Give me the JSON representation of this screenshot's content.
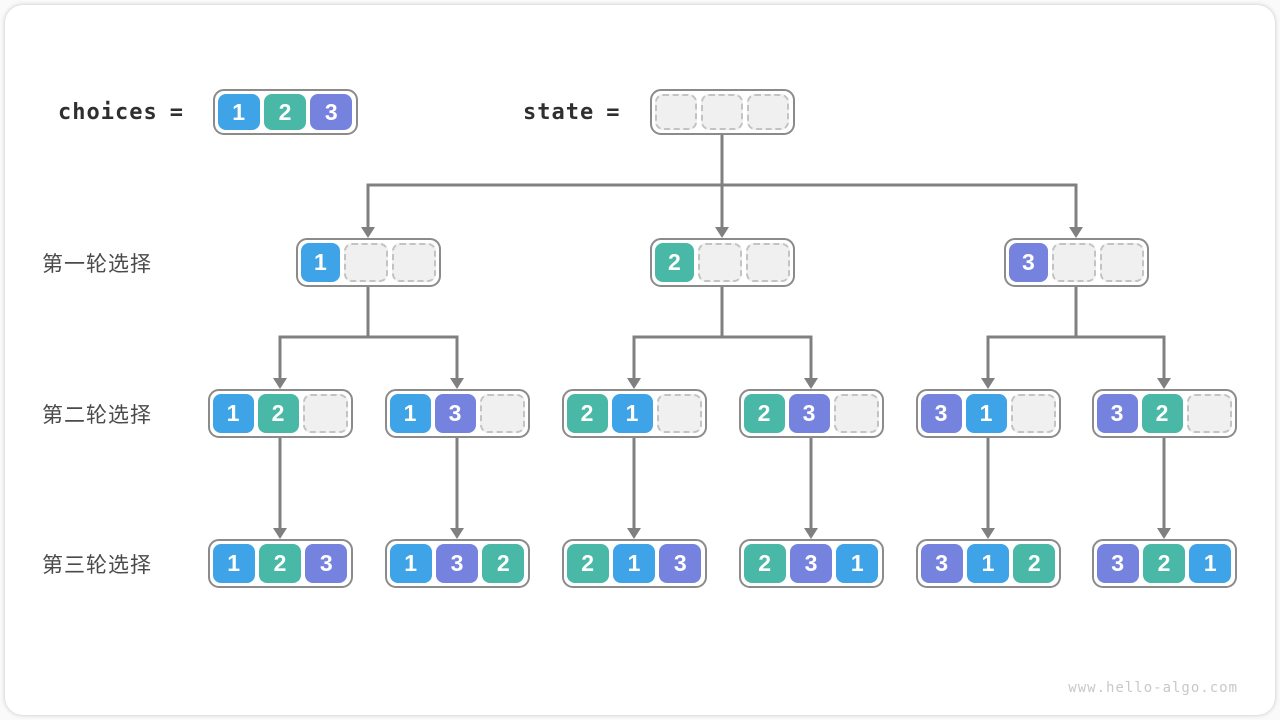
{
  "page": {
    "watermark": "www.hello-algo.com"
  },
  "colors": {
    "1": "#3FA3E8",
    "2": "#49B8A6",
    "3": "#7583DE",
    "empty_fill": "#F0F0F0",
    "empty_border": "#C3C3C3",
    "node_border": "#8B8B8B",
    "arrow": "#808080",
    "row_label_text": "#4A4A4A",
    "code_text": "#2F2F2F"
  },
  "header": {
    "choices_label": "choices",
    "state_label": "state",
    "equals": "=",
    "choices_values": [
      1,
      2,
      3
    ],
    "state_slots": 3
  },
  "rows": [
    {
      "label": "第一轮选择",
      "nodes": [
        [
          1,
          null,
          null
        ],
        [
          2,
          null,
          null
        ],
        [
          3,
          null,
          null
        ]
      ]
    },
    {
      "label": "第二轮选择",
      "nodes": [
        [
          1,
          2,
          null
        ],
        [
          1,
          3,
          null
        ],
        [
          2,
          1,
          null
        ],
        [
          2,
          3,
          null
        ],
        [
          3,
          1,
          null
        ],
        [
          3,
          2,
          null
        ]
      ]
    },
    {
      "label": "第三轮选择",
      "nodes": [
        [
          1,
          2,
          3
        ],
        [
          1,
          3,
          2
        ],
        [
          2,
          1,
          3
        ],
        [
          2,
          3,
          1
        ],
        [
          3,
          1,
          2
        ],
        [
          3,
          2,
          1
        ]
      ]
    }
  ]
}
